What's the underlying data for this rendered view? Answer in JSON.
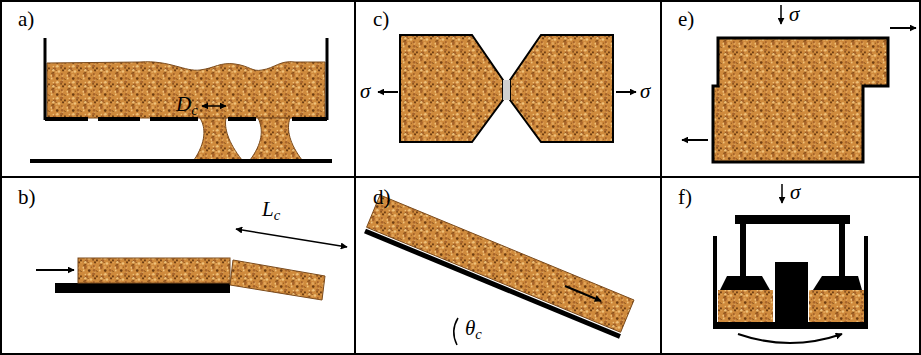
{
  "diagram": {
    "labels": [
      "a)",
      "b)",
      "c)",
      "d)",
      "e)",
      "f)",
      "Dc",
      "Lc",
      "θc",
      "σ",
      "σ",
      "σ",
      "σ"
    ]
  }
}
